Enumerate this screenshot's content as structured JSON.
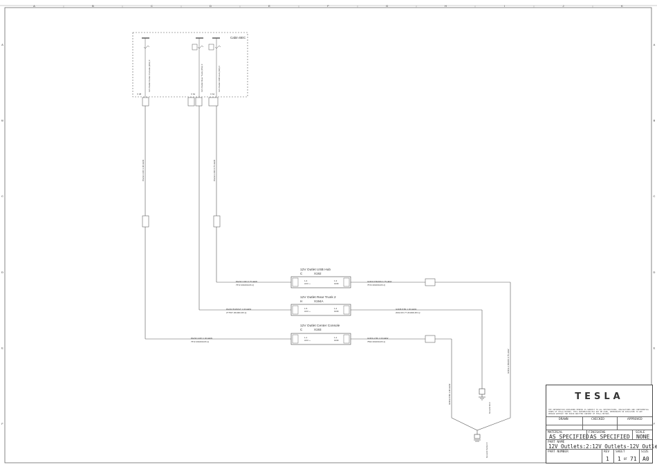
{
  "grid": {
    "columns": [
      "A",
      "B",
      "C",
      "D",
      "E",
      "F",
      "G",
      "H",
      "I",
      "J",
      "K"
    ],
    "rows": [
      "A",
      "B",
      "C",
      "D",
      "E",
      "F"
    ]
  },
  "colors": {
    "wire": "#555555",
    "border": "#444444"
  },
  "group_label": "Cabin BEC",
  "fuses": [
    {
      "label": "12V Outlet Center Console (20A) F",
      "pin": "X 38"
    },
    {
      "label": "12V Outlet Rear Trunk (15A) F",
      "pin": "X 62"
    },
    {
      "label": "12V Outlet USB Hub (10A) F",
      "pin": "X 64"
    }
  ],
  "connectors": [
    {
      "title": "12V Outlet USB Hub",
      "code": "C",
      "id": "X192",
      "pin_left": "1-4",
      "pin_right": "1-3",
      "left_fn": "ACC +",
      "right_fn": "GND"
    },
    {
      "title": "12V Outlet Rear Trunk 2",
      "code": "H",
      "id": "X194A",
      "pin_left": "1-5",
      "pin_right": "1-4",
      "left_fn": "ACC +",
      "right_fn": "GND"
    },
    {
      "title": "12V Outlet Center Console",
      "code": "C",
      "id": "X193",
      "pin_left": "1-1",
      "pin_right": "1-2",
      "left_fn": "ACC +",
      "right_fn": "GND"
    }
  ],
  "wire_labels": {
    "usb_left": "PA232.3  RD  0.75  HEW",
    "usb_left_2": "7572  201000-RX-Q",
    "usb_right": "GND3.8  BK/RD  0.75  HEW",
    "usb_right_2": "7572  201000-RX-Q",
    "rear_left": "PA232.B  RD/GT  1.00  HEW",
    "rear_left_2": "277537  201000-RX-Q",
    "rear_right": "GND8.8  BK  1.00  HEW",
    "rear_right_2": "2022-RX-77  201000-RX-Q",
    "cc_left": "PA232.A  RD  1.00  HEW",
    "cc_left_2": "7572  201000-RX-Q",
    "cc_right": "GND3.A  BK  1.00  HEW",
    "cc_right_2": "7562  201000-RX-Q",
    "vert_1": "PA232.A  RD  1.00  HEW",
    "vert_2": "PA232.3  RD  0.75  HEW",
    "vert_3": "GND3.8  BK  1.00  HEW",
    "vert_4": "GND3.A  BK/RD  0.75  HEW"
  },
  "grounds": [
    {
      "label": "Ground G13"
    },
    {
      "label": "Ground Center C"
    }
  ],
  "title_block": {
    "logo": "TESLA",
    "disclaimer": "THE INFORMATION CONTAINED HEREIN IS SUBJECT TO ALL RESTRICTIONS, OBLIGATIONS AND CONFIDENTIAL TERMS OF TESLA MOTORS. THIS INFORMATION MAY NOT BE USED, REPRODUCED OR DISCLOSED TO ANY PERSON WITHOUT THE PRIOR WRITTEN CONSENT OF TESLA MOTORS.",
    "drawn": "DRAWN",
    "checked": "CHECKED",
    "approved": "APPROVED",
    "material_label": "MATERIAL",
    "material": "AS SPECIFIED",
    "finishing_label": "FINISHING",
    "finishing": "AS SPECIFIED",
    "scale_label": "SCALE",
    "scale": "NONE",
    "part_name_label": "PART NAME",
    "part_name": "12V Outlets:2:12V Outlets-12V Outlets",
    "part_number_label": "PART NUMBER",
    "rev_label": "REV",
    "rev": "1",
    "sheet_label": "SHEET",
    "sheet": "1",
    "sheet_of": "OF",
    "sheet_total": "71",
    "size_label": "SIZE",
    "size": "A0"
  }
}
